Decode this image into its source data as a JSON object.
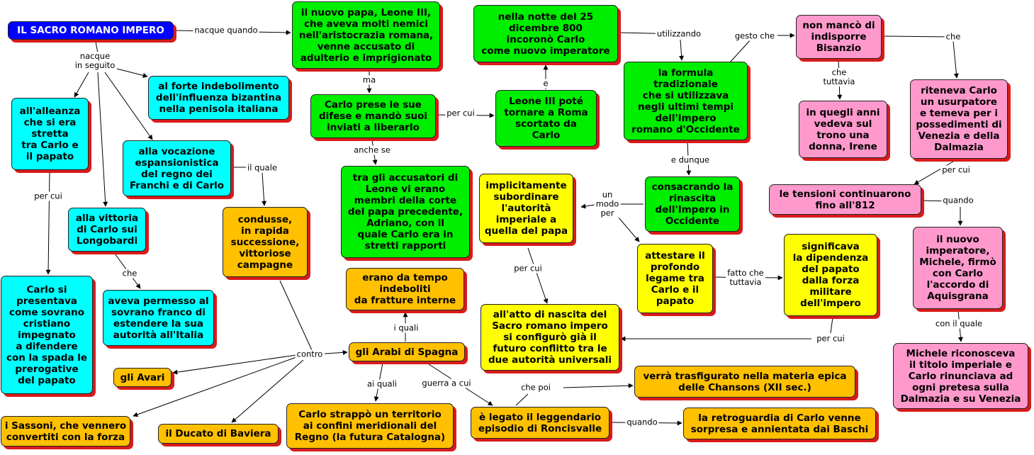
{
  "nodes": {
    "title": "IL SACRO ROMANO IMPERO",
    "papa": "il nuovo papa, Leone III,\nche aveva molti nemici\nnell'aristocrazia romana,\nvenne accusato di\nadulterio e imprigionato",
    "notte": "nella notte del 25\ndicembre 800\nincoronò Carlo\ncome nuovo imperatore",
    "bisanzio": "non mancò di\nindisporre\nBisanzio",
    "indebolimento": "al forte indebolimento\ndell'influenza bizantina\nnella penisola italiana",
    "alleanza": "all'alleanza\nche si era\nstretta\ntra Carlo e\nil papato",
    "difese": "Carlo prese le sue\ndifese e mandò suoi\ninviati a liberarlo",
    "leone_roma": "Leone III poté\ntornare a Roma\nscortato da\nCarlo",
    "formula": "la formula\ntradizionale\nche si utilizzava\nnegli ultimi tempi\ndell'Impero\nromano d'Occidente",
    "irene": "in quegli anni\nvedeva sul\ntrono una\ndonna, Irene",
    "usurpatore": "riteneva Carlo\nun usurpatore\ne temeva per i\npossedimenti di\nVenezia e della\nDalmazia",
    "vocazione": "alla vocazione\nespansionistica\ndel regno dei\nFranchi e di Carlo",
    "accusatori": "tra gli accusatori di\nLeone vi erano\nmembri della corte\ndel papa precedente,\nAdriano, con il\nquale Carlo era in\nstretti rapporti",
    "subordinare": "implicitamente\nsubordinare\nl'autorità\nimperiale a\nquella del papa",
    "consacrando": "consacrando la\nrinascita\ndell'Impero in\nOccidente",
    "tensioni": "le tensioni continuarono\nfino all'812",
    "condusse": "condusse,\nin rapida\nsuccessione,\nvittoriose\ncampagne",
    "longobardi": "alla vittoria\ndi Carlo sui\nLongobardi",
    "michele": "il nuovo\nimperatore,\nMichele, firmò\ncon Carlo\nl'accordo di\nAquisgrana",
    "attestare": "attestare il\nprofondo\nlegame tra\nCarlo e il\npapato",
    "dipendenza": "significava\nla dipendenza\ndel papato\ndalla forza\nmilitare\ndell'impero",
    "fratture": "erano da tempo\nindeboliti\nda fratture interne",
    "sovrano": "Carlo si\npresentava\ncome sovrano\ncristiano\nimpegnato\na difendere\ncon la spada le\nprerogative\ndel papato",
    "permesso": "aveva permesso al\nsovrano franco di\nestendere la sua\nautorità all'Italia",
    "nascita": "all'atto di nascita del\nSacro romano impero\nsi configurò già il\nfuturo conflitto tra le\ndue autorità universali",
    "arabi": "gli Arabi di Spagna",
    "avari": "gli Avari",
    "chansons": "verrà trasfigurato nella materia epica\ndelle Chansons (XII sec.)",
    "michele_ric": "Michele riconosceva\nil titolo imperiale e\nCarlo rinunciava ad\nogni pretesa sulla\nDalmazia e su Venezia",
    "sassoni": "i Sassoni, che vennero\nconvertiti con la forza",
    "baviera": "il Ducato di Baviera",
    "catalogna": "Carlo strappò un territorio\nai confini meridionali del\nRegno (la futura Catalogna)",
    "roncisvalle": "è legato il leggendario\nepisodio di Roncisvalle",
    "retroguardia": "la retroguardia di Carlo venne\nsorpresa e annientata dai Baschi"
  },
  "links": {
    "nacque_quando": "nacque quando",
    "nacque_seguito": "nacque\nin seguito",
    "ma": "ma",
    "e": "e",
    "utilizzando": "utilizzando",
    "gesto_che": "gesto che",
    "che_a": "che",
    "che_tuttavia": "che\ntuttavia",
    "per_cui_a": "per cui",
    "per_cui_b": "per cui",
    "anche_se": "anche se",
    "e_dunque": "e dunque",
    "il_quale": "il quale",
    "un_modo_per": "un\nmodo\nper",
    "per_cui_c": "per cui",
    "quando_a": "quando",
    "per_cui_d": "per cui",
    "che_b": "che",
    "fatto_che": "fatto che\ntuttavia",
    "i_quali": "i quali",
    "con_il_quale": "con il quale",
    "per_cui_e": "per cui",
    "contro": "contro",
    "ai_quali": "ai quali",
    "guerra_a_cui": "guerra a cui",
    "che_poi": "che poi",
    "quando_b": "quando"
  }
}
